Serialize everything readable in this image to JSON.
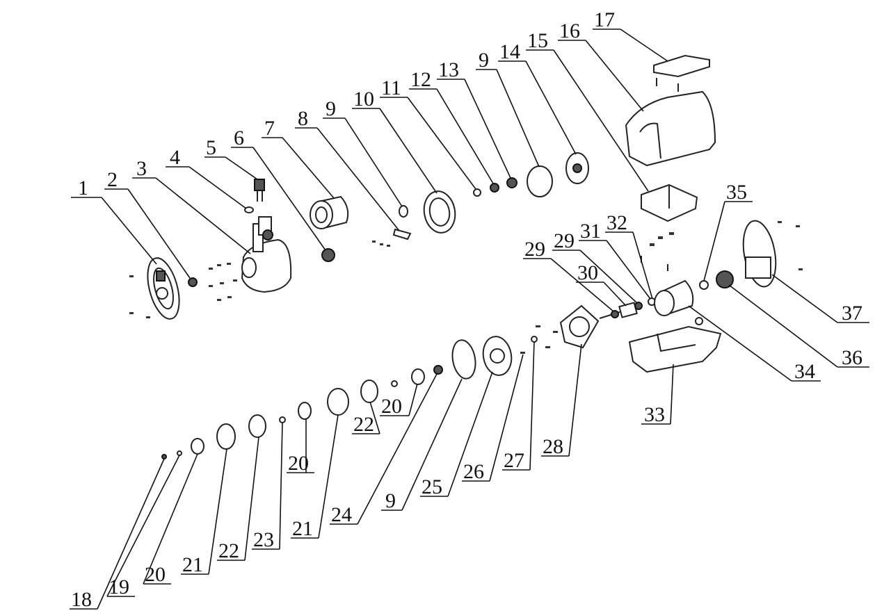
{
  "labels": [
    "1",
    "2",
    "3",
    "4",
    "5",
    "6",
    "7",
    "8",
    "9",
    "10",
    "11",
    "12",
    "13",
    "9",
    "14",
    "15",
    "16",
    "17",
    "35",
    "32",
    "29",
    "29",
    "31",
    "30",
    "37",
    "36",
    "34",
    "33",
    "28",
    "27",
    "26",
    "25",
    "9",
    "24",
    "20",
    "22",
    "21",
    "20",
    "23",
    "22",
    "21",
    "20",
    "19",
    "18"
  ]
}
